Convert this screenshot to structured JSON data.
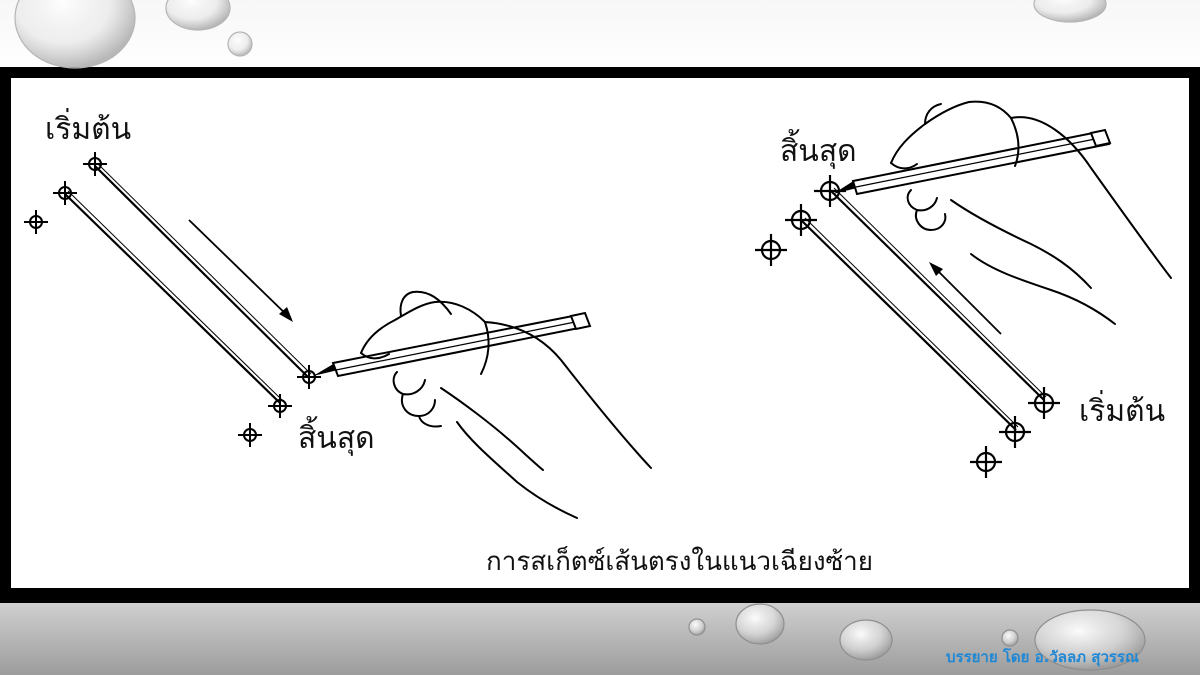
{
  "slide": {
    "label_start_left": "เริ่มต้น",
    "label_end_left": "สิ้นสุด",
    "label_end_right": "สิ้นสุด",
    "label_start_right": "เริ่มต้น",
    "caption": "การสเก็ตซ์เส้นตรงในแนวเฉียงซ้าย"
  },
  "footer": {
    "credit": "บรรยาย โดย อ.วัลลภ สุวรรณ"
  },
  "colors": {
    "frame": "#000000",
    "credit_text": "#1e88d6"
  },
  "icons": [
    "crosshair-icon",
    "pencil-icon",
    "hand-icon",
    "arrow-icon",
    "water-drop-icon"
  ]
}
